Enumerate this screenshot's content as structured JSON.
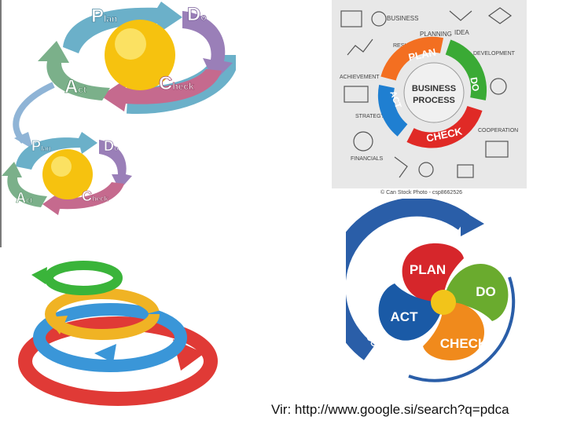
{
  "pdca_double": {
    "top": {
      "plan_initial": "P",
      "plan_rest": "lan",
      "do_initial": "D",
      "do_rest": "o",
      "act_initial": "A",
      "act_rest": "ct",
      "check_initial": "C",
      "check_rest": "heck"
    },
    "bottom": {
      "plan_initial": "P",
      "plan_rest": "lan",
      "do_initial": "D",
      "do_rest": "o",
      "act_initial": "A",
      "act_rest": "ct",
      "check_initial": "C",
      "check_rest": "heck"
    },
    "colors": {
      "plan": "#6bb0c9",
      "do": "#9a7fb8",
      "check": "#c56a8e",
      "act": "#7bb08a",
      "sun": "#f6c20f"
    }
  },
  "business_process": {
    "center_line1": "BUSINESS",
    "center_line2": "PROCESS",
    "plan": "PLAN",
    "do": "DO",
    "check": "CHECK",
    "act": "ACT",
    "sketch_labels": [
      "BUSINESS",
      "PLANNING",
      "IDEA",
      "DEVELOPMENT",
      "ACHIEVEMENT",
      "COOPERATION",
      "FINANCIALS",
      "STRATEGY",
      "RESULTS"
    ],
    "credit": "© Can Stock Photo - csp8662526",
    "colors": {
      "plan": "#f36f21",
      "do": "#3aaa35",
      "check": "#e02a26",
      "act": "#1f7fd1"
    }
  },
  "continual_improvement": {
    "ring_text": "CONTINUAL IMPROVEMENT",
    "plan": "PLAN",
    "do": "DO",
    "act": "ACT",
    "check": "CHECK",
    "colors": {
      "plan": "#d6262b",
      "do": "#6aab2e",
      "act": "#1a5aa6",
      "check": "#f08a1c",
      "ring": "#2a5ea8"
    }
  },
  "footer": {
    "source": "Vir: http://www.google.si/search?q=pdca"
  }
}
